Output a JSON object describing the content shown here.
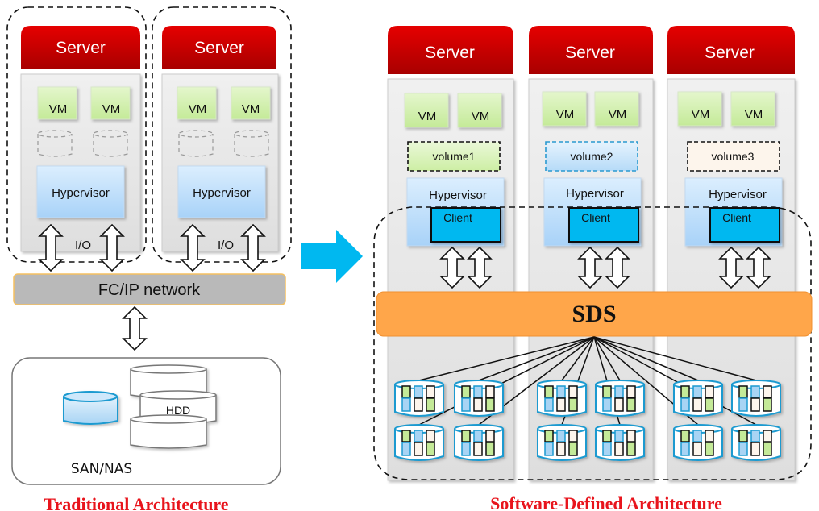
{
  "traditional": {
    "servers": [
      {
        "title": "Server",
        "vms": [
          "VM",
          "VM"
        ],
        "hypervisor": "Hypervisor",
        "io_label": "I/O"
      },
      {
        "title": "Server",
        "vms": [
          "VM",
          "VM"
        ],
        "hypervisor": "Hypervisor",
        "io_label": "I/O"
      }
    ],
    "network_label": "FC/IP network",
    "storage": {
      "hdd_label": "HDD",
      "label": "SAN/NAS"
    },
    "caption": "Traditional Architecture"
  },
  "transition_arrow": "right-arrow-icon",
  "software_defined": {
    "servers": [
      {
        "title": "Server",
        "vms": [
          "VM",
          "VM"
        ],
        "volume": "volume1",
        "hypervisor": "Hypervisor",
        "client": "Client"
      },
      {
        "title": "Server",
        "vms": [
          "VM",
          "VM"
        ],
        "volume": "volume2",
        "hypervisor": "Hypervisor",
        "client": "Client"
      },
      {
        "title": "Server",
        "vms": [
          "VM",
          "VM"
        ],
        "volume": "volume3",
        "hypervisor": "Hypervisor",
        "client": "Client"
      }
    ],
    "sds_label": "SDS",
    "disk_count": 12,
    "caption": "Software-Defined Architecture"
  },
  "colors": {
    "server_header": "#c00000",
    "vm_fill": "#d4f0b0",
    "hypervisor_fill": "#c4e0fa",
    "client_fill": "#00b8f0",
    "sds_fill": "#ffa64a",
    "network_fill": "#b8b8b8",
    "caption": "#e8141c",
    "arrow": "#00b8f0"
  }
}
